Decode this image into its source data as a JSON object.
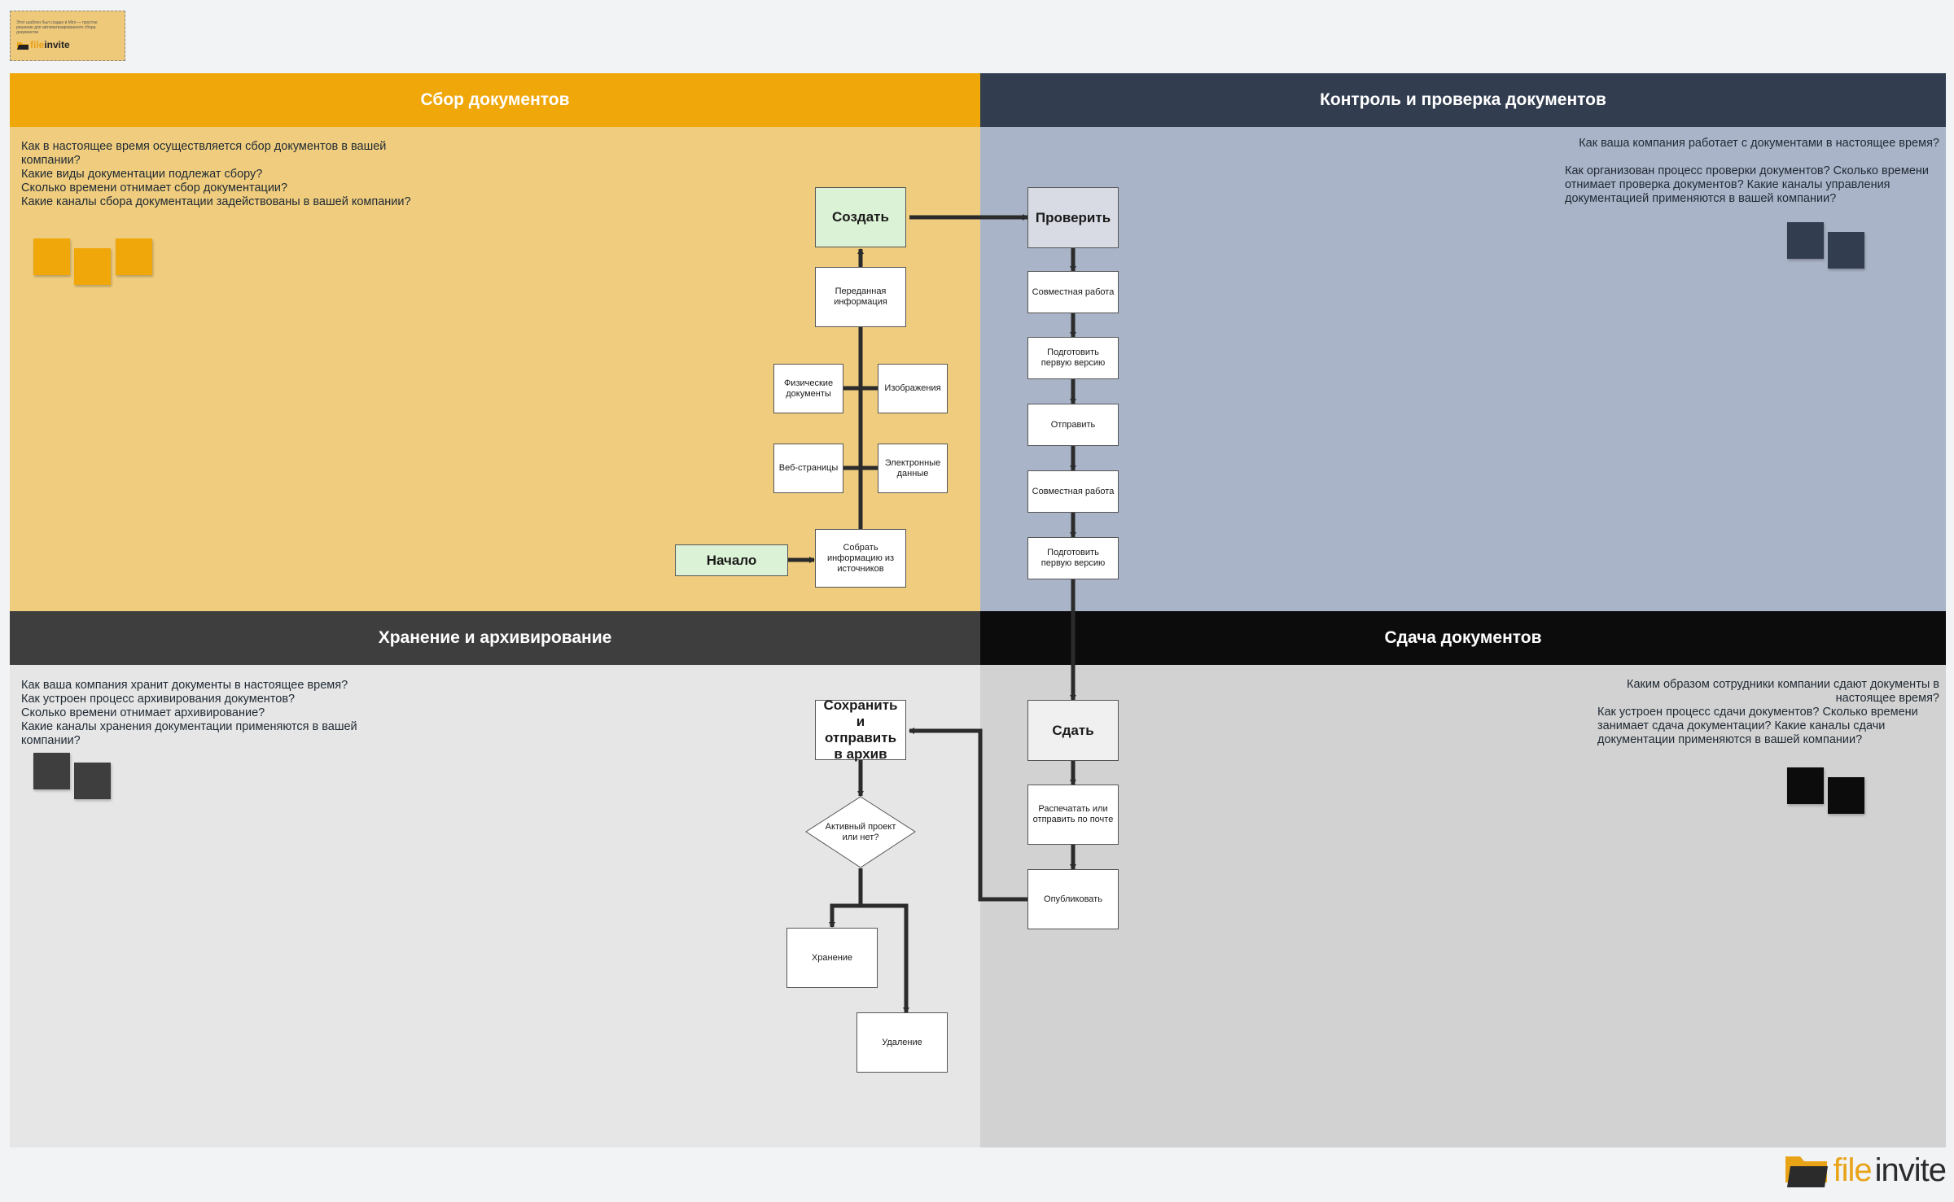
{
  "colors": {
    "q1_header": "#f0a70a",
    "q1_body": "#f0cd7e",
    "q2_header": "#323d50",
    "q2_body": "#aab4c8",
    "q3_header": "#3e3e3e",
    "q3_body": "#e6e6e6",
    "q4_header": "#0c0c0c",
    "q4_body": "#d2d2d2",
    "start_box": "#dcf2d6",
    "create_box": "#dcf2d6",
    "check_box": "#d8dbe4",
    "submit_box": "#f0f0f0"
  },
  "note": {
    "text": "Этот шаблон был создан в Miro — простое решение для автоматизированного сбора документов",
    "logo_prefix": "file",
    "logo_suffix": "invite"
  },
  "quadrants": {
    "collect": {
      "title": "Сбор документов",
      "questions": [
        "Как в настоящее время осуществляется сбор документов в вашей компании?",
        "Какие виды документации подлежат сбору?",
        "Сколько времени отнимает сбор документации?",
        "Какие каналы сбора документации задействованы в вашей компании?"
      ]
    },
    "control": {
      "title": "Контроль и проверка документов",
      "q1": "Как ваша компания работает с документами в настоящее время?",
      "q2": "Как организован процесс проверки документов? Сколько времени отнимает проверка документов? Какие каналы управления документацией применяются в вашей компании?"
    },
    "storage": {
      "title": "Хранение и архивирование",
      "questions": [
        "Как ваша компания хранит документы в настоящее время?",
        "Как устроен процесс архивирования документов?",
        "Сколько времени отнимает архивирование?",
        "Какие каналы хранения документации применяются в вашей компании?"
      ]
    },
    "submit": {
      "title": "Сдача документов",
      "q1": "Каким образом сотрудники компании сдают документы в настоящее время?",
      "q2": "Как устроен процесс сдачи документов? Сколько времени занимает сдача документации? Какие каналы сдачи документации применяются в вашей компании?"
    }
  },
  "flow": {
    "start": "Начало",
    "gather": "Собрать информацию из источников",
    "web": "Веб-страницы",
    "electronic": "Электронные данные",
    "physical": "Физические документы",
    "images": "Изображения",
    "transferred": "Переданная информация",
    "create": "Создать",
    "check": "Проверить",
    "collab1": "Совместная работа",
    "draft1": "Подготовить первую версию",
    "send": "Отправить",
    "collab2": "Совместная работа",
    "draft2": "Подготовить первую версию",
    "submit": "Сдать",
    "print": "Распечатать или отправить по почте",
    "publish": "Опубликовать",
    "save": "Сохранить и отправить в архив",
    "decision": "Активный проект или нет?",
    "storage": "Хранение",
    "delete": "Удаление"
  },
  "brand": {
    "prefix": "file",
    "suffix": "invite"
  }
}
